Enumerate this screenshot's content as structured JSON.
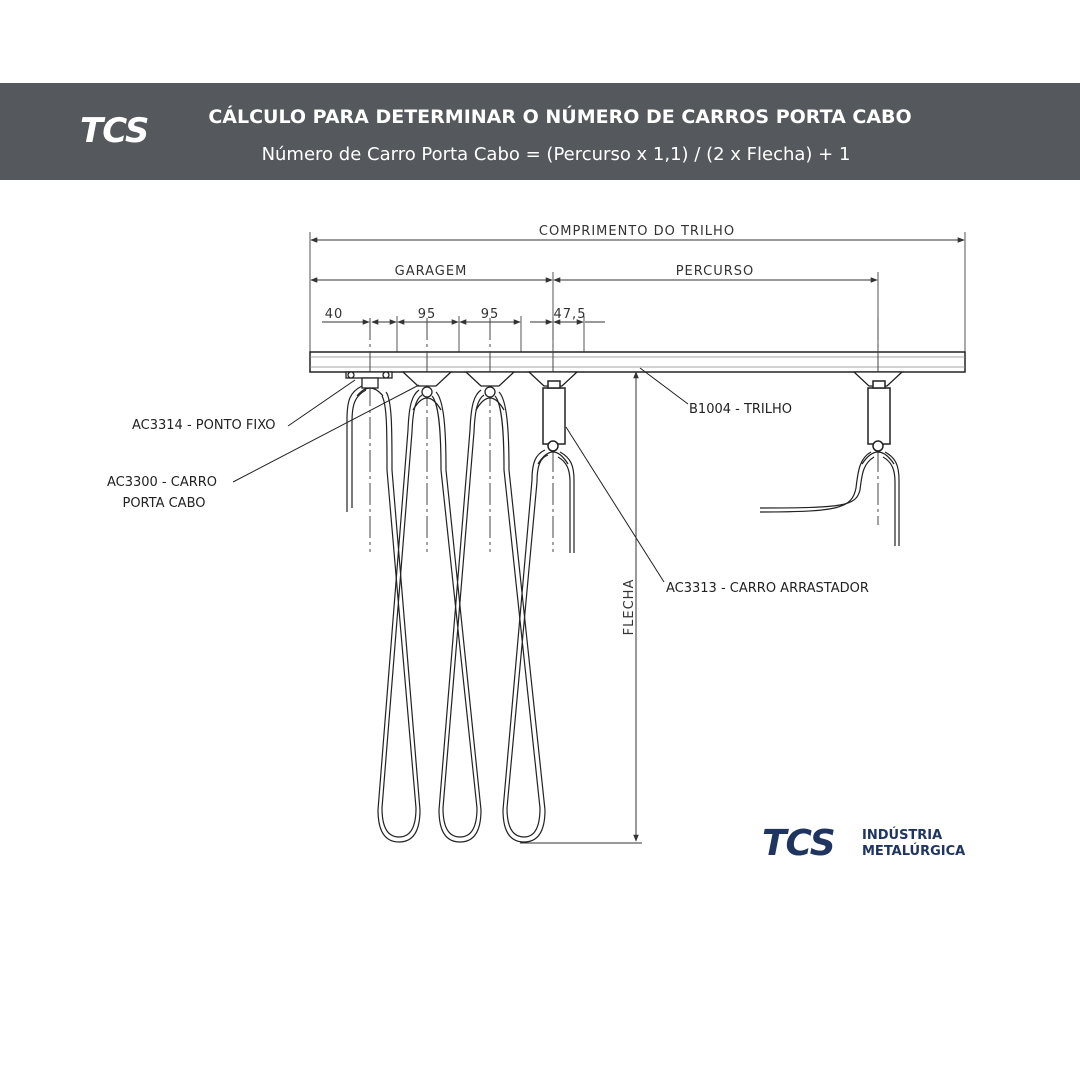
{
  "header": {
    "logo": "TCS",
    "title": "CÁLCULO PARA DETERMINAR O NÚMERO DE CARROS PORTA CABO",
    "formula": "Número de Carro Porta Cabo = (Percurso x 1,1) / (2 x Flecha) + 1"
  },
  "dimensions": {
    "comprimento": "COMPRIMENTO DO TRILHO",
    "garagem": "GARAGEM",
    "percurso": "PERCURSO",
    "d1": "40",
    "d2": "95",
    "d3": "95",
    "d4": "47,5",
    "flecha": "FLECHA"
  },
  "labels": {
    "ponto_fixo": "AC3314 - PONTO FIXO",
    "carro_line1": "AC3300 - CARRO",
    "carro_line2": "PORTA CABO",
    "trilho": "B1004 - TRILHO",
    "arrastador": "AC3313 - CARRO ARRASTADOR"
  },
  "brand": {
    "mark": "TCS",
    "line1": "INDÚSTRIA",
    "line2": "METALÚRGICA"
  }
}
